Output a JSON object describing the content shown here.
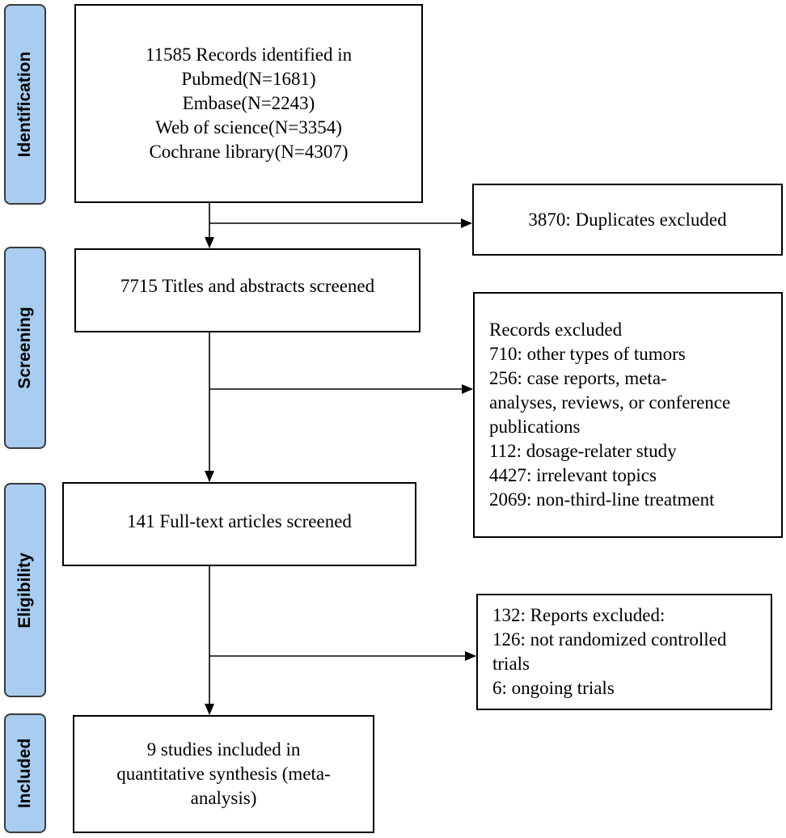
{
  "stages": {
    "identification": "Identification",
    "screening": "Screening",
    "eligibility": "Eligibility",
    "included": "Included"
  },
  "boxes": {
    "records_identified": {
      "lines": [
        "11585 Records identified in",
        "Pubmed(N=1681)",
        "Embase(N=2243)",
        "Web of science(N=3354)",
        "Cochrane library(N=4307)"
      ]
    },
    "duplicates_excluded": {
      "text": "3870: Duplicates excluded"
    },
    "titles_screened": {
      "text": "7715 Titles and abstracts screened"
    },
    "records_excluded": {
      "lines": [
        "Records excluded",
        "710: other types of tumors",
        "256: case reports, meta-",
        "analyses, reviews, or conference",
        "publications",
        "112: dosage-relater study",
        "4427: irrelevant topics",
        "2069: non-third-line treatment"
      ]
    },
    "fulltext_screened": {
      "text": "141 Full-text articles screened"
    },
    "reports_excluded": {
      "lines": [
        "132: Reports excluded:",
        "126: not randomized controlled",
        "trials",
        "6: ongoing trials"
      ]
    },
    "studies_included": {
      "lines": [
        "9 studies included in",
        "quantitative synthesis (meta-",
        "analysis)"
      ]
    }
  }
}
